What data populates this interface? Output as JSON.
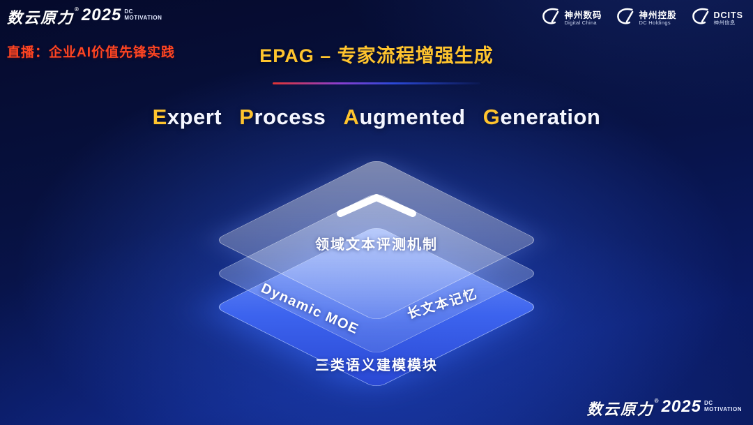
{
  "brand": {
    "name": "数云原力",
    "reg": "®",
    "year": "2025",
    "sub_top": "DC",
    "sub_bottom": "MOTIVATION"
  },
  "header": {
    "live_tag": "直播：企业AI价值先锋实践",
    "slide_title": "EPAG – 专家流程增强生成"
  },
  "partner_logos": [
    {
      "icon": "digital-china-swoosh",
      "title": "神州数码",
      "subtitle": "Digital China"
    },
    {
      "icon": "dc-holdings-swoosh",
      "title": "神州控股",
      "subtitle": "DC Holdings"
    },
    {
      "icon": "dcits-swoosh",
      "title": "DCITS",
      "subtitle": "神州信息"
    }
  ],
  "main_title": {
    "words": [
      {
        "cap": "E",
        "rest": "xpert"
      },
      {
        "cap": "P",
        "rest": "rocess"
      },
      {
        "cap": "A",
        "rest": "ugmented"
      },
      {
        "cap": "G",
        "rest": "eneration"
      }
    ]
  },
  "diagram": {
    "top_layer": {
      "icon": "chevron-up",
      "label": "领域文本评测机制"
    },
    "middle_layer": {
      "left_label": "Dynamic  MOE",
      "right_label": "长文本记忆"
    },
    "bottom_layer": {
      "label": "三类语义建模模块"
    }
  },
  "colors": {
    "accent_gold": "#ffc42e",
    "live_red": "#ff4522",
    "layer_blue": "#3c63ee",
    "background_navy": "#0a1a63"
  }
}
